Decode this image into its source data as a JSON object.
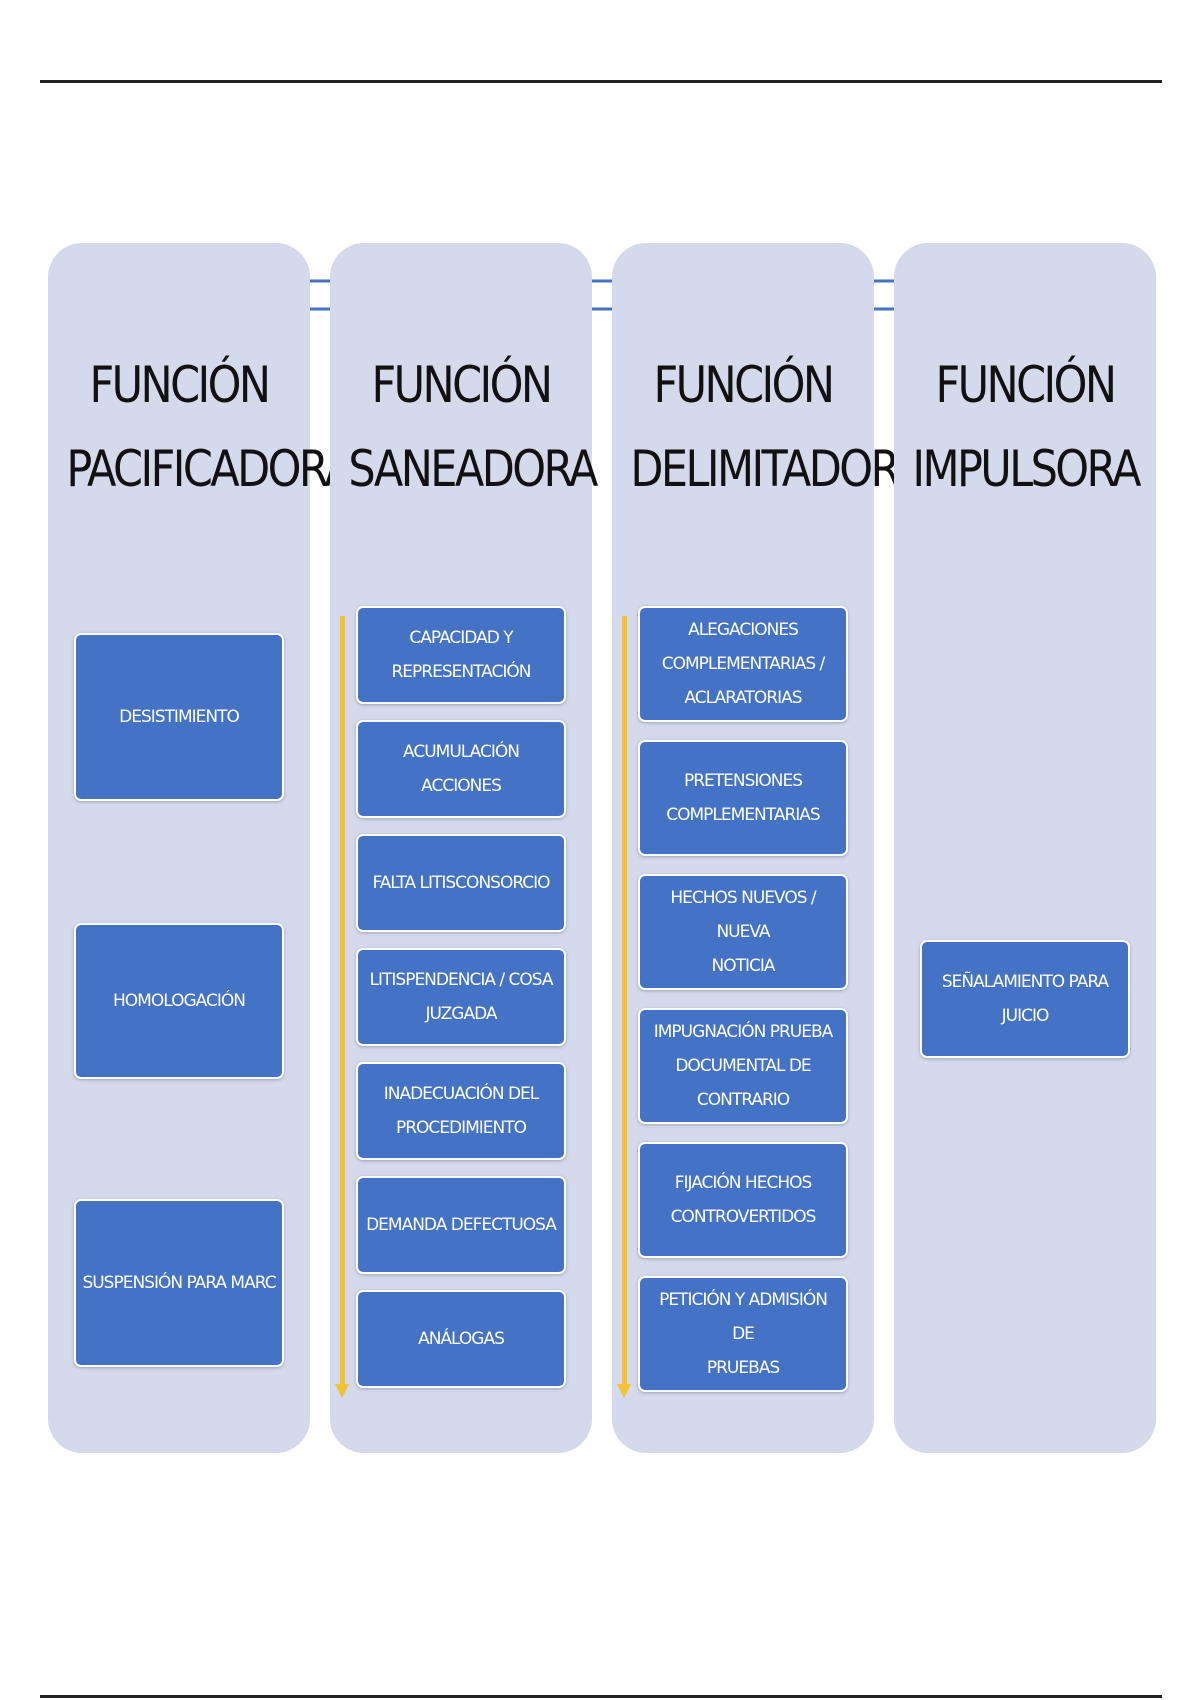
{
  "columns": [
    {
      "title_line1": "FUNCIÓN",
      "title_line2": "PACIFICADORA",
      "items": [
        [
          "DESISTIMIENTO"
        ],
        [
          "HOMOLOGACIÓN"
        ],
        [
          "SUSPENSIÓN PARA MARC"
        ]
      ]
    },
    {
      "title_line1": "FUNCIÓN",
      "title_line2": "SANEADORA",
      "items": [
        [
          "CAPACIDAD Y REPRESENTACIÓN"
        ],
        [
          "ACUMULACIÓN ACCIONES"
        ],
        [
          "FALTA LITISCONSORCIO"
        ],
        [
          "LITISPENDENCIA / COSA",
          "JUZGADA"
        ],
        [
          "INADECUACIÓN DEL",
          "PROCEDIMIENTO"
        ],
        [
          "DEMANDA DEFECTUOSA"
        ],
        [
          "ANÁLOGAS"
        ]
      ]
    },
    {
      "title_line1": "FUNCIÓN",
      "title_line2": "DELIMITADORA",
      "items": [
        [
          "ALEGACIONES",
          "COMPLEMENTARIAS /",
          "ACLARATORIAS"
        ],
        [
          "PRETENSIONES",
          "COMPLEMENTARIAS"
        ],
        [
          "HECHOS NUEVOS / NUEVA",
          "NOTICIA"
        ],
        [
          "IMPUGNACIÓN PRUEBA",
          "DOCUMENTAL DE CONTRARIO"
        ],
        [
          "FIJACIÓN HECHOS",
          "CONTROVERTIDOS"
        ],
        [
          "PETICIÓN Y ADMISIÓN DE",
          "PRUEBAS"
        ]
      ]
    },
    {
      "title_line1": "FUNCIÓN",
      "title_line2": "IMPULSORA",
      "items": [
        [
          "SEÑALAMIENTO PARA JUICIO"
        ]
      ]
    }
  ],
  "colors": {
    "column_background": "#d4d9ec",
    "box_fill": "#4472c4",
    "box_text": "#ffffff",
    "vertical_arrow": "#f2c230",
    "horizontal_arrow_fill": "#ffffff",
    "horizontal_arrow_outline": "#4472c4"
  }
}
